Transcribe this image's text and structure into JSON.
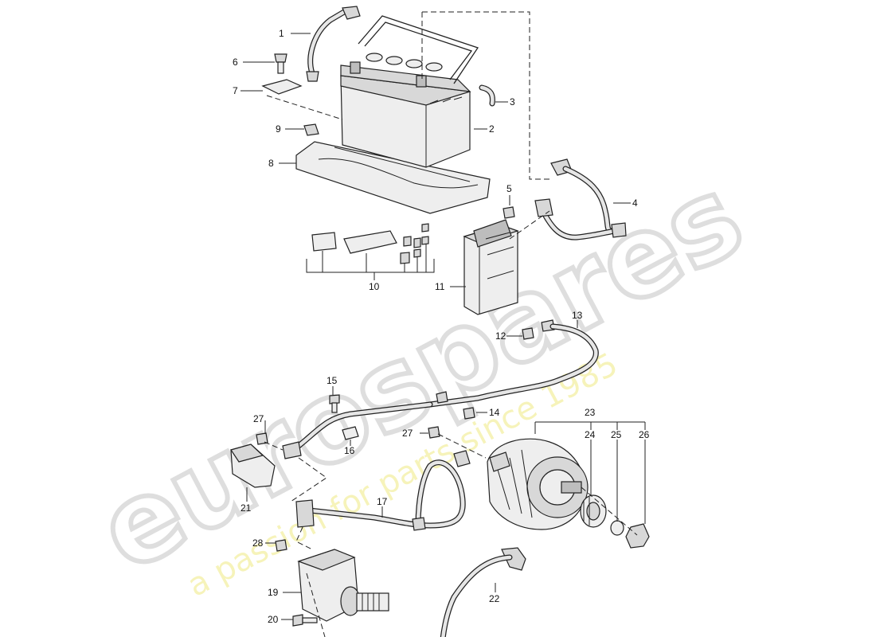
{
  "watermark": {
    "brand": "eurospares",
    "tagline": "a passion for parts since 1985",
    "tagline_color": "#f4f0a4"
  },
  "callouts": [
    "1",
    "2",
    "3",
    "4",
    "5",
    "6",
    "7",
    "8",
    "9",
    "10",
    "11",
    "12",
    "13",
    "14",
    "15",
    "16",
    "17",
    "19",
    "20",
    "21",
    "22",
    "23",
    "24",
    "25",
    "26",
    "27",
    "28"
  ]
}
